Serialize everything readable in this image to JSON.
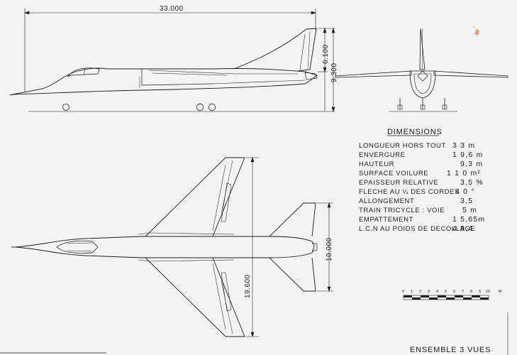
{
  "dimensions_line": {
    "length_top": "33.000",
    "height_inner": "6.100",
    "height_outer": "9.300",
    "span_plan": "19.600",
    "tail_span": "10.000"
  },
  "table": {
    "title": "DIMENSIONS",
    "rows": [
      {
        "label": "LONGUEUR HORS TOUT",
        "value": "3 3 m"
      },
      {
        "label": "ENVERGURE",
        "value": "1 9,6 m"
      },
      {
        "label": "HAUTEUR",
        "value": "9,3 m"
      },
      {
        "label": "SURFACE VOILURE",
        "value": "1 1 0  m²"
      },
      {
        "label": "EPAISSEUR RELATIVE",
        "value": "3,5 %"
      },
      {
        "label": "FLECHE AU ¼ DES CORDES",
        "value": "4 0 °"
      },
      {
        "label": "ALLONGEMENT",
        "value": "3,5"
      },
      {
        "label": "TRAIN TRICYCLE : VOIE",
        "value": "5 m"
      },
      {
        "label": "EMPATTEMENT",
        "value": "1 5,65m"
      },
      {
        "label": "L.C.N AU POIDS DE DECOLLAGE",
        "value": "4 9,4"
      }
    ]
  },
  "scale": {
    "ticks": [
      "0",
      "1",
      "2",
      "3",
      "4",
      "5",
      "6",
      "7",
      "8",
      "9",
      "10",
      "M"
    ]
  },
  "footer": {
    "caption": "ENSEMBLE 3 VUES"
  },
  "colors": {
    "paper": "#f3f3f1",
    "ink": "#1c1c1c",
    "stain": "#d98a3a"
  }
}
